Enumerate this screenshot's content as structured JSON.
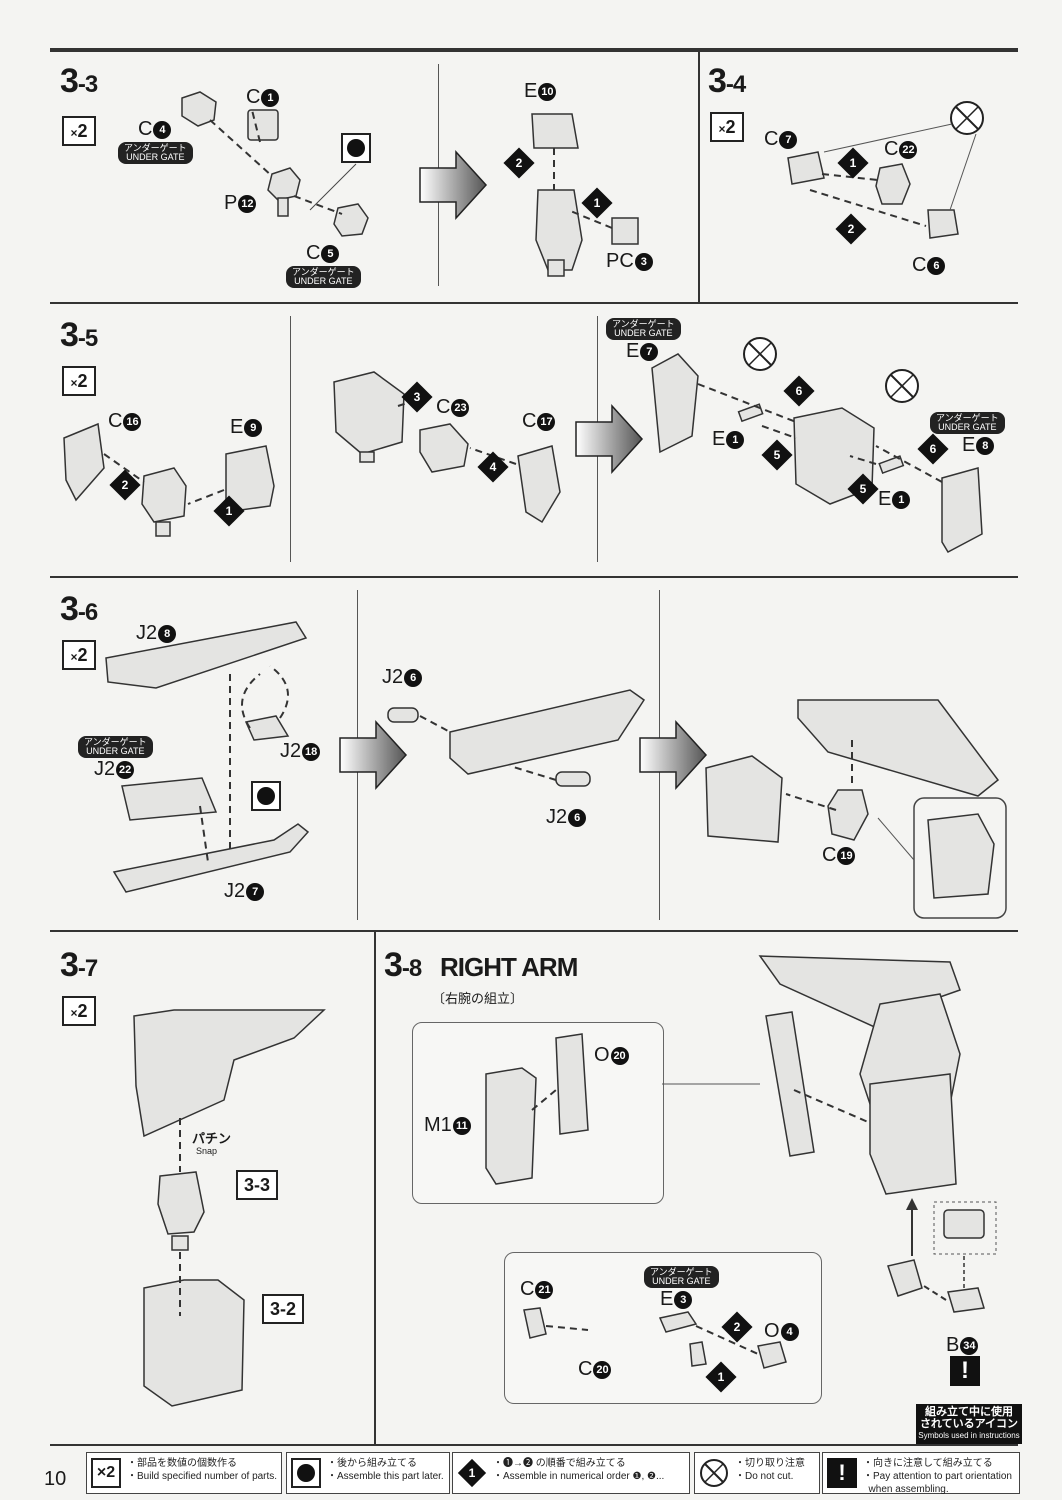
{
  "page": {
    "number": "10"
  },
  "steps": {
    "s33": {
      "label_main": "3",
      "label_sub": "-3",
      "qty": "2",
      "qty_x": "×",
      "parts": {
        "c1": "C",
        "c1n": "1",
        "c4": "C",
        "c4n": "4",
        "p12": "P",
        "p12n": "12",
        "c5": "C",
        "c5n": "5",
        "e10": "E",
        "e10n": "10",
        "pc3": "PC",
        "pc3n": "3"
      },
      "ug1": "アンダーゲート\nUNDER GATE",
      "ug2": "アンダーゲート\nUNDER GATE"
    },
    "s34": {
      "label_main": "3",
      "label_sub": "-4",
      "qty": "2",
      "qty_x": "×",
      "parts": {
        "c7": "C",
        "c7n": "7",
        "c22": "C",
        "c22n": "22",
        "c6": "C",
        "c6n": "6"
      }
    },
    "s35": {
      "label_main": "3",
      "label_sub": "-5",
      "qty": "2",
      "qty_x": "×",
      "parts": {
        "c16": "C",
        "c16n": "16",
        "e9": "E",
        "e9n": "9",
        "c23": "C",
        "c23n": "23",
        "c17": "C",
        "c17n": "17",
        "e7": "E",
        "e7n": "7",
        "e1a": "E",
        "e1an": "1",
        "e1b": "E",
        "e1bn": "1",
        "e8": "E",
        "e8n": "8"
      },
      "ug1": "アンダーゲート\nUNDER GATE",
      "ug2": "アンダーゲート\nUNDER GATE"
    },
    "s36": {
      "label_main": "3",
      "label_sub": "-6",
      "qty": "2",
      "qty_x": "×",
      "parts": {
        "j28": "J2",
        "j28n": "8",
        "j218": "J2",
        "j218n": "18",
        "j222": "J2",
        "j222n": "22",
        "j27": "J2",
        "j27n": "7",
        "j26a": "J2",
        "j26an": "6",
        "j26b": "J2",
        "j26bn": "6",
        "c19": "C",
        "c19n": "19"
      },
      "ug1": "アンダーゲート\nUNDER GATE"
    },
    "s37": {
      "label_main": "3",
      "label_sub": "-7",
      "qty": "2",
      "qty_x": "×",
      "ref33": "3-3",
      "ref32": "3-2",
      "snap_jp": "パチン",
      "snap_en": "Snap"
    },
    "s38": {
      "label_main": "3",
      "label_sub": "-8",
      "title": "RIGHT ARM",
      "title_jp": "〔右腕の組立〕",
      "parts": {
        "o20": "O",
        "o20n": "20",
        "m111": "M1",
        "m111n": "11",
        "c21": "C",
        "c21n": "21",
        "e3": "E",
        "e3n": "3",
        "o4": "O",
        "o4n": "4",
        "c20": "C",
        "c20n": "20",
        "b34": "B",
        "b34n": "34"
      },
      "ug1": "アンダーゲート\nUNDER GATE"
    }
  },
  "legend": {
    "title": "組み立て中に使用\nされているアイコン",
    "title_en": "Symbols used in instructions",
    "items": [
      {
        "jp": "・部品を数値の個数作る",
        "en": "・Build specified number of parts.",
        "icon": "x2-icon"
      },
      {
        "jp": "・後から組み立てる",
        "en": "・Assemble this part later.",
        "icon": "assemble-later-icon"
      },
      {
        "jp": "・❶→❷ の順番で組み立てる",
        "en": "・Assemble in numerical order ❶, ❷...",
        "icon": "numbered-order-icon"
      },
      {
        "jp": "・切り取り注意",
        "en": "・Do not cut.",
        "icon": "do-not-cut-icon"
      },
      {
        "jp": "・向きに注意して組み立てる",
        "en": "・Pay attention to part orientation\n  when assembling.",
        "icon": "attention-icon"
      }
    ]
  }
}
